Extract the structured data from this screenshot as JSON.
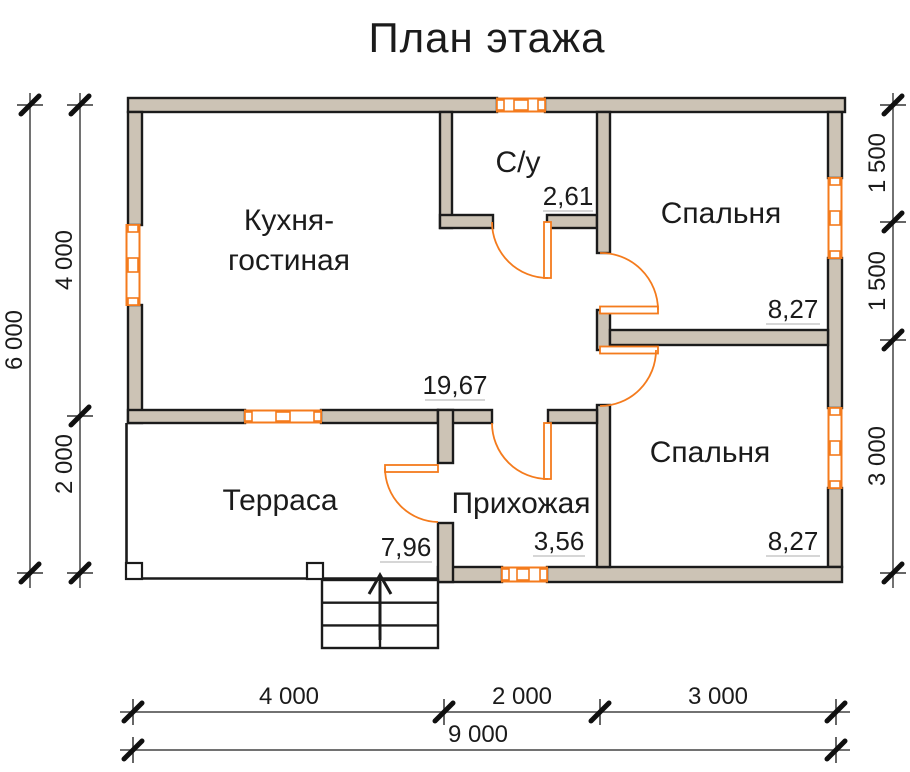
{
  "title": "План этажа",
  "rooms": {
    "kitchen": {
      "name_line1": "Кухня-",
      "name_line2": "гостиная",
      "area": "19,67"
    },
    "bathroom": {
      "name": "С/у",
      "area": "2,61"
    },
    "bedroom_top": {
      "name": "Спальня",
      "area": "8,27"
    },
    "bedroom_bottom": {
      "name": "Спальня",
      "area": "8,27"
    },
    "hallway": {
      "name": "Прихожая",
      "area": "3,56"
    },
    "terrace": {
      "name": "Терраса",
      "area": "7,96"
    }
  },
  "dimensions": {
    "left_total": "6 000",
    "left_top": "4 000",
    "left_bottom": "2 000",
    "right_top": "1 500",
    "right_middle": "1 500",
    "right_bottom": "3 000",
    "bottom_seg1": "4 000",
    "bottom_seg2": "2 000",
    "bottom_seg3": "3 000",
    "bottom_total": "9 000"
  },
  "colors": {
    "wall_fill": "#ccc3b5",
    "outline": "#1b1b1b",
    "accent_orange": "#f47b1d",
    "dim_line": "#444444"
  }
}
